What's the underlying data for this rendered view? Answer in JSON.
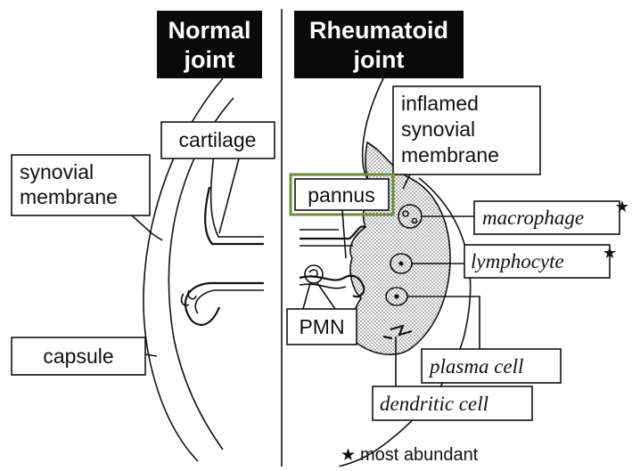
{
  "normal_title": [
    "Normal",
    "joint"
  ],
  "rheumatoid_title": [
    "Rheumatoid",
    "joint"
  ],
  "labels": {
    "cartilage": "cartilage",
    "synovial_membrane": [
      "synovial",
      "membrane"
    ],
    "capsule": "capsule",
    "inflamed_membrane": [
      "inflamed",
      "synovial",
      "membrane"
    ],
    "pannus": "pannus",
    "macrophage": "macrophage",
    "lymphocyte": "lymphocyte",
    "pmn": "PMN",
    "plasma_cell": "plasma cell",
    "dendritic_cell": "dendritic cell"
  },
  "star": "★",
  "legend": "most abundant",
  "colors": {
    "ink": "#111111",
    "title_bg": "#0a0a0a",
    "stipple": "#c8c8c8",
    "highlight": "#6b8e3a"
  }
}
